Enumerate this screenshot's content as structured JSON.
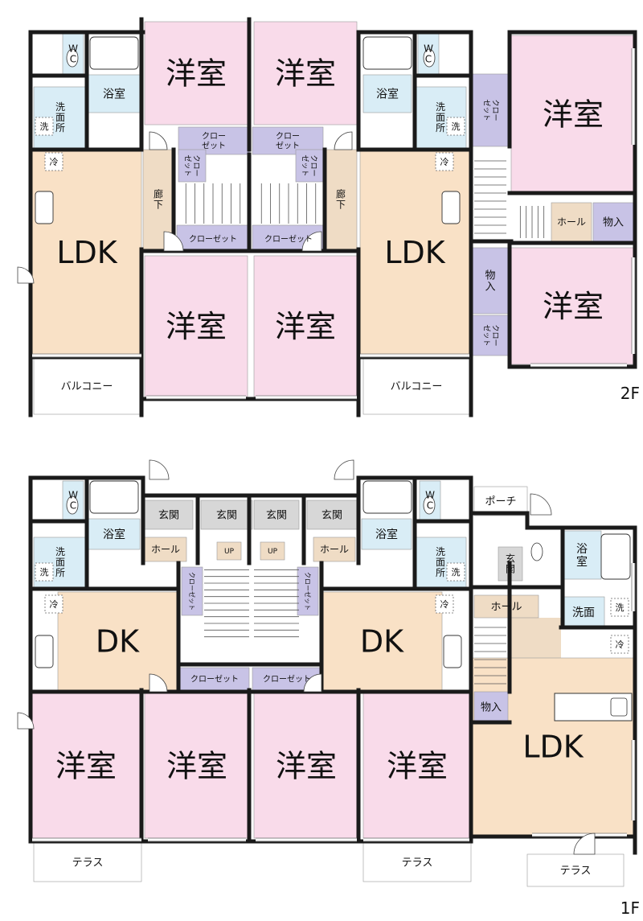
{
  "floors": [
    {
      "level": "2F",
      "rooms": [
        {
          "label": "洋室",
          "fill": "#f9dbea",
          "size": 38,
          "zone": "2f-w1"
        },
        {
          "label": "洋室",
          "fill": "#f9dbea",
          "size": 38,
          "zone": "2f-w2"
        },
        {
          "label": "洋室",
          "fill": "#f9dbea",
          "size": 38,
          "zone": "2f-w3"
        },
        {
          "label": "洋室",
          "fill": "#f9dbea",
          "size": 38,
          "zone": "2f-w4"
        },
        {
          "label": "洋室",
          "fill": "#f9dbea",
          "size": 38,
          "zone": "2f-w5"
        },
        {
          "label": "洋室",
          "fill": "#f9dbea",
          "size": 38,
          "zone": "2f-w6"
        },
        {
          "label": "LDK",
          "fill": "#f9e1c6",
          "size": 38,
          "zone": "2f-ldk1"
        },
        {
          "label": "LDK",
          "fill": "#f9e1c6",
          "size": 38,
          "zone": "2f-ldk2"
        },
        {
          "label": "浴室",
          "fill": "#d9edf6",
          "size": 14,
          "zone": "2f-bath1"
        },
        {
          "label": "浴室",
          "fill": "#d9edf6",
          "size": 14,
          "zone": "2f-bath2"
        },
        {
          "label": "WC",
          "fill": "#d9edf6",
          "size": 12,
          "zone": "2f-wc1",
          "vertical": true
        },
        {
          "label": "WC",
          "fill": "#d9edf6",
          "size": 12,
          "zone": "2f-wc2",
          "vertical": true
        },
        {
          "label": "洗面所",
          "fill": "#d9edf6",
          "size": 12,
          "zone": "2f-wash1",
          "vertical": true
        },
        {
          "label": "洗面所",
          "fill": "#d9edf6",
          "size": 12,
          "zone": "2f-wash2",
          "vertical": true
        },
        {
          "label": "廊下",
          "fill": "#efdcc5",
          "size": 12,
          "zone": "2f-hall1",
          "vertical": true
        },
        {
          "label": "廊下",
          "fill": "#efdcc5",
          "size": 12,
          "zone": "2f-hall2",
          "vertical": true
        },
        {
          "label": "クローゼット",
          "fill": "#c8c3e6",
          "size": 10,
          "zone": "2f-cl1",
          "lines": [
            "クロー",
            "ゼット"
          ]
        },
        {
          "label": "クローゼット",
          "fill": "#c8c3e6",
          "size": 10,
          "zone": "2f-cl2",
          "lines": [
            "クロー",
            "ゼット"
          ]
        },
        {
          "label": "クローゼット",
          "fill": "#c8c3e6",
          "size": 10,
          "zone": "2f-cl3"
        },
        {
          "label": "クローゼット",
          "fill": "#c8c3e6",
          "size": 10,
          "zone": "2f-cl4"
        },
        {
          "label": "クローゼット",
          "fill": "#c8c3e6",
          "size": 9,
          "zone": "2f-cl5",
          "lines": [
            "クロー",
            "ゼット"
          ],
          "rotate": true
        },
        {
          "label": "クローゼット",
          "fill": "#c8c3e6",
          "size": 9,
          "zone": "2f-cl6",
          "lines": [
            "クロー",
            "ゼット"
          ],
          "rotate": true
        },
        {
          "label": "クローゼット",
          "fill": "#c8c3e6",
          "size": 9,
          "zone": "2f-cl7",
          "lines": [
            "クロー",
            "ゼット"
          ],
          "rotate": true
        },
        {
          "label": "クローゼット",
          "fill": "#c8c3e6",
          "size": 9,
          "zone": "2f-cl8",
          "lines": [
            "クロー",
            "ゼット"
          ],
          "rotate": true
        },
        {
          "label": "物入",
          "fill": "#c8c3e6",
          "size": 13,
          "zone": "2f-st1"
        },
        {
          "label": "物入",
          "fill": "#c8c3e6",
          "size": 13,
          "zone": "2f-st2",
          "vertical": true
        },
        {
          "label": "ホール",
          "fill": "#efdcc5",
          "size": 12,
          "zone": "2f-hall3"
        },
        {
          "label": "バルコニー",
          "fill": "#ffffff",
          "size": 13,
          "zone": "2f-bal1"
        },
        {
          "label": "バルコニー",
          "fill": "#ffffff",
          "size": 13,
          "zone": "2f-bal2"
        }
      ]
    },
    {
      "level": "1F",
      "rooms": [
        {
          "label": "洋室",
          "fill": "#f9dbea",
          "size": 38,
          "zone": "1f-w1"
        },
        {
          "label": "洋室",
          "fill": "#f9dbea",
          "size": 38,
          "zone": "1f-w2"
        },
        {
          "label": "洋室",
          "fill": "#f9dbea",
          "size": 38,
          "zone": "1f-w3"
        },
        {
          "label": "洋室",
          "fill": "#f9dbea",
          "size": 38,
          "zone": "1f-w4"
        },
        {
          "label": "DK",
          "fill": "#f9e1c6",
          "size": 38,
          "zone": "1f-dk1"
        },
        {
          "label": "DK",
          "fill": "#f9e1c6",
          "size": 38,
          "zone": "1f-dk2"
        },
        {
          "label": "LDK",
          "fill": "#f9e1c6",
          "size": 38,
          "zone": "1f-ldk"
        },
        {
          "label": "浴室",
          "fill": "#d9edf6",
          "size": 14,
          "zone": "1f-bath1"
        },
        {
          "label": "浴室",
          "fill": "#d9edf6",
          "size": 14,
          "zone": "1f-bath2"
        },
        {
          "label": "浴室",
          "fill": "#d9edf6",
          "size": 14,
          "zone": "1f-bath3",
          "lines": [
            "浴",
            "室"
          ]
        },
        {
          "label": "WC",
          "fill": "#d9edf6",
          "size": 12,
          "zone": "1f-wc1",
          "vertical": true
        },
        {
          "label": "WC",
          "fill": "#d9edf6",
          "size": 12,
          "zone": "1f-wc2",
          "vertical": true
        },
        {
          "label": "洗面所",
          "fill": "#d9edf6",
          "size": 12,
          "zone": "1f-wash1",
          "vertical": true
        },
        {
          "label": "洗面所",
          "fill": "#d9edf6",
          "size": 12,
          "zone": "1f-wash2",
          "vertical": true
        },
        {
          "label": "洗面",
          "fill": "#d9edf6",
          "size": 14,
          "zone": "1f-wash3"
        },
        {
          "label": "玄関",
          "fill": "#d7d7d7",
          "size": 13,
          "zone": "1f-en1"
        },
        {
          "label": "玄関",
          "fill": "#d7d7d7",
          "size": 13,
          "zone": "1f-en2"
        },
        {
          "label": "玄関",
          "fill": "#d7d7d7",
          "size": 13,
          "zone": "1f-en3"
        },
        {
          "label": "玄関",
          "fill": "#d7d7d7",
          "size": 13,
          "zone": "1f-en4"
        },
        {
          "label": "玄関",
          "fill": "#d7d7d7",
          "size": 12,
          "zone": "1f-en5",
          "vertical": true
        },
        {
          "label": "ホール",
          "fill": "#efdcc5",
          "size": 12,
          "zone": "1f-hall1"
        },
        {
          "label": "ホール",
          "fill": "#efdcc5",
          "size": 12,
          "zone": "1f-hall2"
        },
        {
          "label": "ホール",
          "fill": "#efdcc5",
          "size": 13,
          "zone": "1f-hall3"
        },
        {
          "label": "UP",
          "fill": "#efdcc5",
          "size": 9,
          "zone": "1f-up1"
        },
        {
          "label": "UP",
          "fill": "#efdcc5",
          "size": 9,
          "zone": "1f-up2"
        },
        {
          "label": "クローゼット",
          "fill": "#c8c3e6",
          "size": 10,
          "zone": "1f-cl1"
        },
        {
          "label": "クローゼット",
          "fill": "#c8c3e6",
          "size": 10,
          "zone": "1f-cl2"
        },
        {
          "label": "クローゼット",
          "fill": "#c8c3e6",
          "size": 8,
          "zone": "1f-cl3",
          "rotate": true
        },
        {
          "label": "クローゼット",
          "fill": "#c8c3e6",
          "size": 8,
          "zone": "1f-cl4",
          "rotate": true
        },
        {
          "label": "物入",
          "fill": "#c8c3e6",
          "size": 13,
          "zone": "1f-st1"
        },
        {
          "label": "ポーチ",
          "fill": "#ffffff",
          "size": 13,
          "zone": "1f-porch"
        },
        {
          "label": "テラス",
          "fill": "#ffffff",
          "size": 13,
          "zone": "1f-ter1"
        },
        {
          "label": "テラス",
          "fill": "#ffffff",
          "size": 13,
          "zone": "1f-ter2"
        },
        {
          "label": "テラス",
          "fill": "#ffffff",
          "size": 13,
          "zone": "1f-ter3"
        }
      ]
    }
  ],
  "fixtures": {
    "fridge_mark": "冷",
    "washer_mark": "洗"
  },
  "colors": {
    "wall": "#1a1a1a",
    "window": "#ffffff"
  }
}
